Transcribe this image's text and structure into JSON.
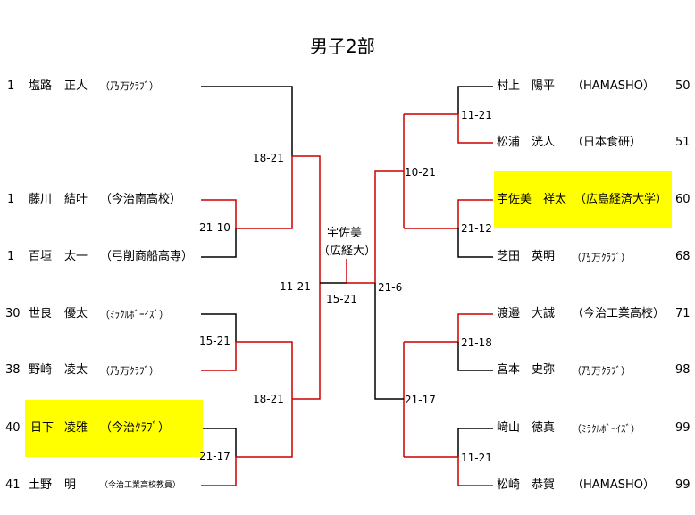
{
  "title": "男子2部",
  "colors": {
    "win_line": "#cc0000",
    "lose_line": "#000000",
    "highlight": "#ffff00"
  },
  "left_players": [
    {
      "seed": "1",
      "surname": "塩路",
      "given": "正人",
      "club": "（乃万ｸﾗﾌﾞ）"
    },
    {
      "seed": "1",
      "surname": "藤川",
      "given": "結叶",
      "club": "（今治南高校）"
    },
    {
      "seed": "1",
      "surname": "百垣",
      "given": "太一",
      "club": "（弓削商船高専）"
    },
    {
      "seed": "30",
      "surname": "世良",
      "given": "優太",
      "club": "（ﾐﾗｸﾙﾎﾞｰｲｽﾞ）"
    },
    {
      "seed": "38",
      "surname": "野崎",
      "given": "凌太",
      "club": "（乃万ｸﾗﾌﾞ）"
    },
    {
      "seed": "40",
      "surname": "日下",
      "given": "凌雅",
      "club": "（今治ｸﾗﾌﾞ）"
    },
    {
      "seed": "41",
      "surname": "土野",
      "given": "明",
      "club": "（今治工業高校教員）"
    }
  ],
  "right_players": [
    {
      "name": "村上　陽平",
      "club": "（HAMASHO）",
      "seed": "50"
    },
    {
      "name": "松浦　洸人",
      "club": "（日本食研）",
      "seed": "51"
    },
    {
      "name": "宇佐美　祥太",
      "club": "（広島経済大学）",
      "seed": "60"
    },
    {
      "name": "芝田　英明",
      "club": "（乃万ｸﾗﾌﾞ）",
      "seed": "68"
    },
    {
      "name": "渡邉　大誠",
      "club": "（今治工業高校）",
      "seed": "71"
    },
    {
      "name": "宮本　史弥",
      "club": "（乃万ｸﾗﾌﾞ）",
      "seed": "98"
    },
    {
      "name": "﨑山　徳真",
      "club": "（ﾐﾗｸﾙﾎﾞｰｲｽﾞ）",
      "seed": "99"
    },
    {
      "name": "松崎　恭賀",
      "club": "（HAMASHO）",
      "seed": "99"
    }
  ],
  "scores": {
    "l_r1_a": "21-10",
    "l_r2_a": "18-21",
    "l_r1_b": "15-21",
    "l_r1_c": "21-17",
    "l_r2_b": "18-21",
    "l_sf": "11-21",
    "final": "15-21",
    "r_sf": "21-6",
    "r_r1_a": "11-21",
    "r_r1_b": "21-12",
    "r_r2_a": "10-21",
    "r_r1_c": "21-18",
    "r_r1_d": "11-21",
    "r_r2_b": "21-17"
  },
  "champion": {
    "name": "宇佐美",
    "club": "（広経大）"
  }
}
